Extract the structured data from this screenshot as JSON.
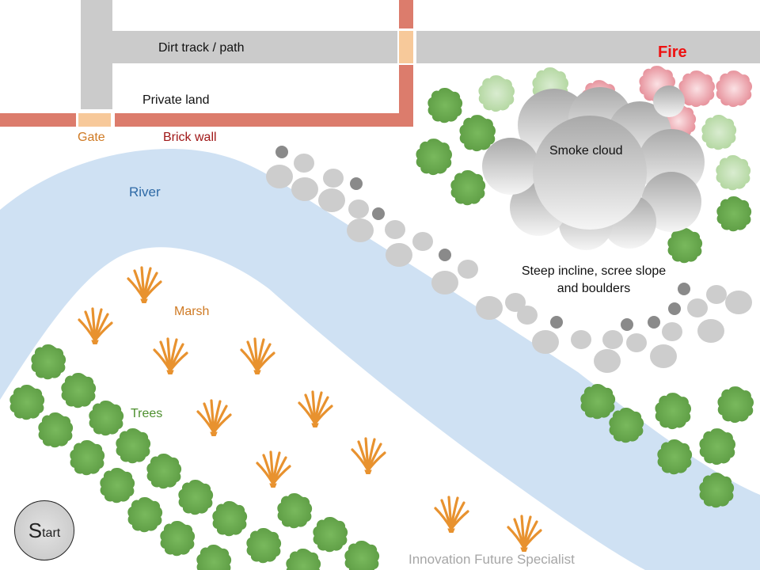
{
  "labels": {
    "path": "Dirt track / path",
    "private_land": "Private land",
    "gate": "Gate",
    "brick_wall": "Brick wall",
    "fire": "Fire",
    "smoke": "Smoke cloud",
    "river": "River",
    "scree_line1": "Steep incline, scree slope",
    "scree_line2": "and boulders",
    "marsh": "Marsh",
    "trees": "Trees",
    "credit": "Innovation Future Specialist",
    "start_big": "S",
    "start_small": "tart"
  },
  "colors": {
    "path": "#cbcbcb",
    "wall": "#dc7c6c",
    "gate": "#f7c99a",
    "river": "#cfe1f3",
    "tree": "#68a84e",
    "tree_light": "#bcdcaa",
    "fire_tree": "#e8909a",
    "reed": "#e8922f",
    "stone_dark": "#8a8a8a",
    "stone_light": "#cdcdcd",
    "smoke": "#d6d6d6",
    "fire_text": "#ee1111",
    "gate_text": "#cf7a24",
    "wall_text": "#a01818",
    "river_text": "#2f6aa6",
    "marsh_text": "#cf7a24",
    "trees_text": "#4d8f2e",
    "credit_text": "#a6a6a6"
  },
  "icons": {
    "tree": "tree-icon",
    "reed": "reed-icon",
    "boulder": "boulder-icon",
    "smoke": "smoke-cloud-icon"
  }
}
